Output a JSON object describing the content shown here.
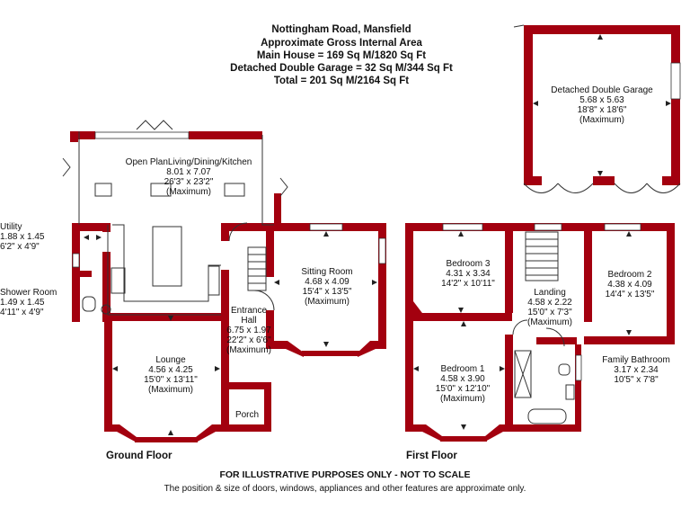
{
  "header": {
    "line1": "Nottingham Road, Mansfield",
    "line2": "Approximate Gross Internal Area",
    "line3": "Main House = 169 Sq M/1820 Sq Ft",
    "line4": "Detached Double Garage = 32 Sq M/344 Sq Ft",
    "line5": "Total = 201 Sq M/2164 Sq Ft"
  },
  "rooms": {
    "garage": {
      "name": "Detached Double Garage",
      "metric": "5.68 x 5.63",
      "imperial": "18'8\" x 18'6\"",
      "note": "(Maximum)"
    },
    "kitchen": {
      "name": "Open PlanLiving/Dining/Kitchen",
      "metric": "8.01 x 7.07",
      "imperial": "26'3\" x 23'2\"",
      "note": "(Maximum)"
    },
    "utility": {
      "name": "Utility",
      "metric": "1.88 x 1.45",
      "imperial": "6'2\" x 4'9\""
    },
    "shower": {
      "name": "Shower Room",
      "metric": "1.49 x 1.45",
      "imperial": "4'11\" x 4'9\""
    },
    "sitting": {
      "name": "Sitting Room",
      "metric": "4.68 x 4.09",
      "imperial": "15'4\" x 13'5\"",
      "note": "(Maximum)"
    },
    "hall": {
      "name1": "Entrance",
      "name2": "Hall",
      "metric": "6.75 x 1.97",
      "imperial": "22'2\" x 6'6\"",
      "note": "(Maximum)"
    },
    "lounge": {
      "name": "Lounge",
      "metric": "4.56 x 4.25",
      "imperial": "15'0\" x 13'11\"",
      "note": "(Maximum)"
    },
    "porch": {
      "name": "Porch"
    },
    "bedroom3": {
      "name": "Bedroom 3",
      "metric": "4.31 x 3.34",
      "imperial": "14'2\" x 10'11\""
    },
    "landing": {
      "name": "Landing",
      "metric": "4.58 x 2.22",
      "imperial": "15'0\" x 7'3\"",
      "note": "(Maximum)"
    },
    "bedroom2": {
      "name": "Bedroom 2",
      "metric": "4.38 x 4.09",
      "imperial": "14'4\" x 13'5\""
    },
    "bedroom1": {
      "name": "Bedroom 1",
      "metric": "4.58 x 3.90",
      "imperial": "15'0\" x 12'10\"",
      "note": "(Maximum)"
    },
    "bathroom": {
      "name": "Family Bathroom",
      "metric": "3.17 x 2.34",
      "imperial": "10'5\" x 7'8\""
    }
  },
  "floors": {
    "ground": "Ground Floor",
    "first": "First Floor"
  },
  "footer": {
    "disclaimer": "FOR ILLUSTRATIVE PURPOSES ONLY - NOT TO SCALE",
    "note": "The position & size of doors, windows, appliances and other features are approximate only."
  },
  "colors": {
    "wall": "#a3000f",
    "line": "#333333"
  }
}
